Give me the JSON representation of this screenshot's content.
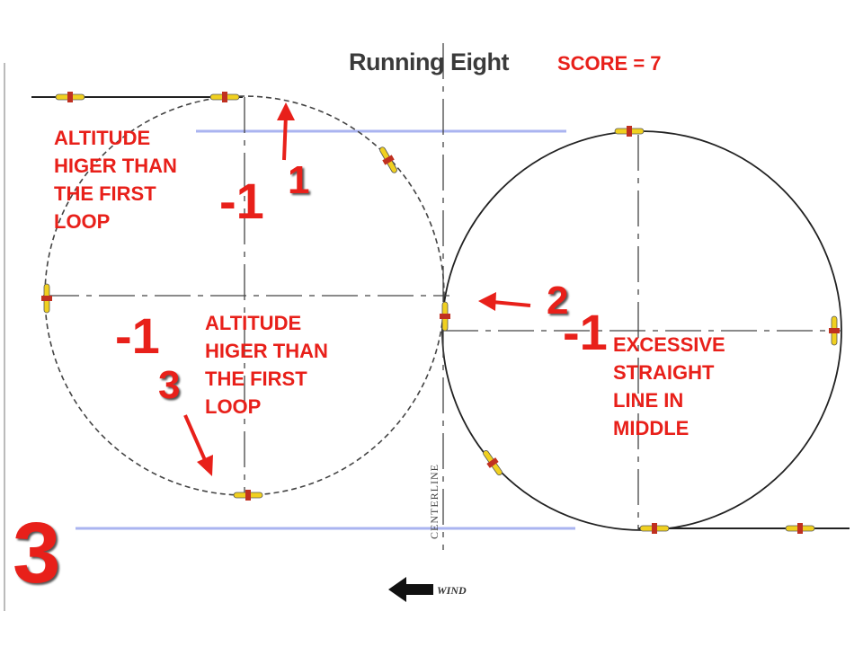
{
  "diagram": {
    "title": "Running Eight",
    "score": "SCORE = 7",
    "notes": {
      "left_top": "ALTITUDE\nHIGER THAN\nTHE FIRST\nLOOP",
      "left_middle": "ALTITUDE\nHIGER THAN\nTHE FIRST\nLOOP",
      "right": "EXCESSIVE\nSTRAIGHT\nLINE IN\nMIDDLE"
    },
    "deductions": {
      "top_left": "-1",
      "middle_left": "-1",
      "middle_right": "-1"
    },
    "step_numbers": {
      "one": "1",
      "two": "2",
      "three_small": "3",
      "three_large": "3"
    },
    "centerline_label": "CENTERLINE",
    "wind_label": "WIND",
    "colors": {
      "annotation_red": "#e8201a",
      "reference_line_blue": "#aab4f0",
      "line_dark": "#333333",
      "plane_yellow": "#f0d020",
      "plane_red": "#c03020"
    }
  }
}
